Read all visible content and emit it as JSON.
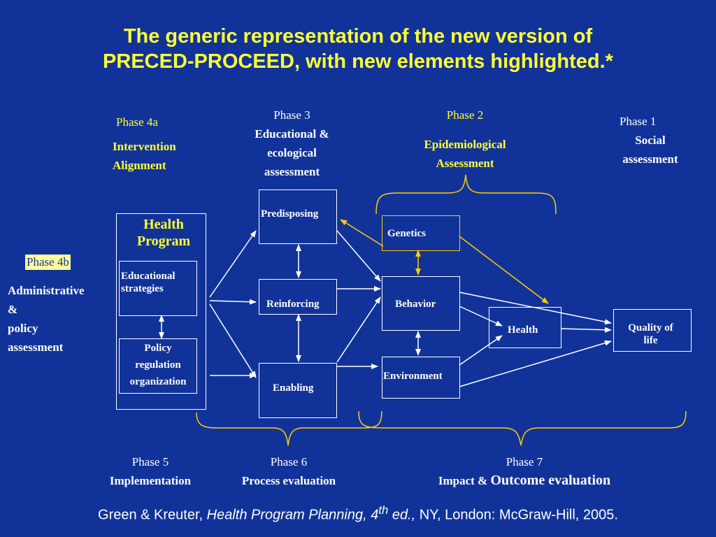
{
  "title_line1": "The generic representation of the new version of",
  "title_line2": "PRECED-PROCEED, with new elements highlighted.*",
  "phases": {
    "p4a_label": "Phase 4a",
    "p4a_line1": "Intervention",
    "p4a_line2": "Alignment",
    "p3_label": "Phase 3",
    "p3_line1": "Educational &",
    "p3_line2": "ecological",
    "p3_line3": "assessment",
    "p2_label": "Phase 2",
    "p2_line1": "Epidemiological",
    "p2_line2": "Assessment",
    "p1_label": "Phase 1",
    "p1_line1": "Social",
    "p1_line2": "assessment",
    "p4b_label": "Phase 4b",
    "p4b_line1": "Administrative",
    "p4b_line2": "&",
    "p4b_line3": "policy",
    "p4b_line4": "assessment",
    "p5_label": "Phase 5",
    "p5_name": "Implementation",
    "p6_label": "Phase 6",
    "p6_name": "Process evaluation",
    "p7_label": "Phase 7",
    "p7_name_a": "Impact &",
    "p7_name_b": "Outcome evaluation"
  },
  "boxes": {
    "health_program_line1": "Health",
    "health_program_line2": "Program",
    "educational_line1": "Educational",
    "educational_line2": "strategies",
    "policy_line1": "Policy",
    "policy_line2": "regulation",
    "policy_line3": "organization",
    "predisposing": "Predisposing",
    "reinforcing": "Reinforcing",
    "enabling": "Enabling",
    "genetics": "Genetics",
    "behavior": "Behavior",
    "environment": "Environment",
    "health": "Health",
    "qol_line1": "Quality of",
    "qol_line2": "life"
  },
  "footer": {
    "authors": "Green & Kreuter,",
    "book": "Health Program Planning, 4",
    "sup": "th",
    "ed": "ed.,",
    "rest": "NY, London: McGraw-Hill, 2005."
  },
  "colors": {
    "background": "#113399",
    "title": "#ffff33",
    "highlight": "#ffcc00",
    "lines": "#ffffff"
  }
}
